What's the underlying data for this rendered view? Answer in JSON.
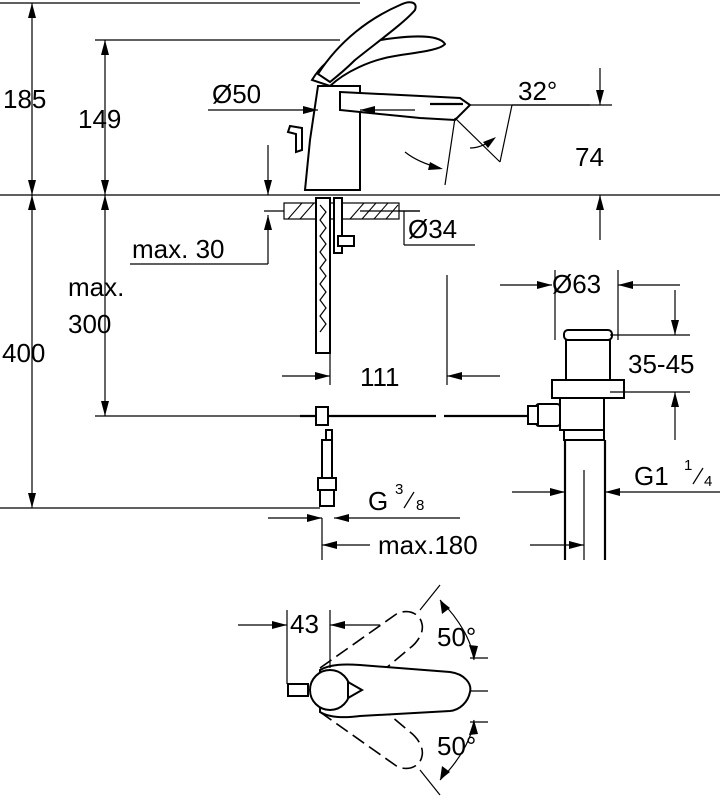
{
  "dimensions": {
    "total_height": "185",
    "spout_height": "149",
    "body_diameter": "Ø50",
    "spout_angle": "32°",
    "spout_reach_height": "74",
    "mount_hole": "Ø34",
    "max_thickness": "max. 30",
    "max_hose_label_1": "max.",
    "max_hose_label_2": "300",
    "under_height": "400",
    "spout_to_drain": "111",
    "drain_diameter": "Ø63",
    "drain_height": "35-45",
    "thread_connection_main": "G",
    "thread_connection_num": "3",
    "thread_connection_den": "8",
    "drain_thread_main": "G1",
    "drain_thread_num": "1",
    "drain_thread_den": "4",
    "max_distance": "max.180",
    "lever_offset": "43",
    "rotation_up": "50°",
    "rotation_down": "50°"
  }
}
